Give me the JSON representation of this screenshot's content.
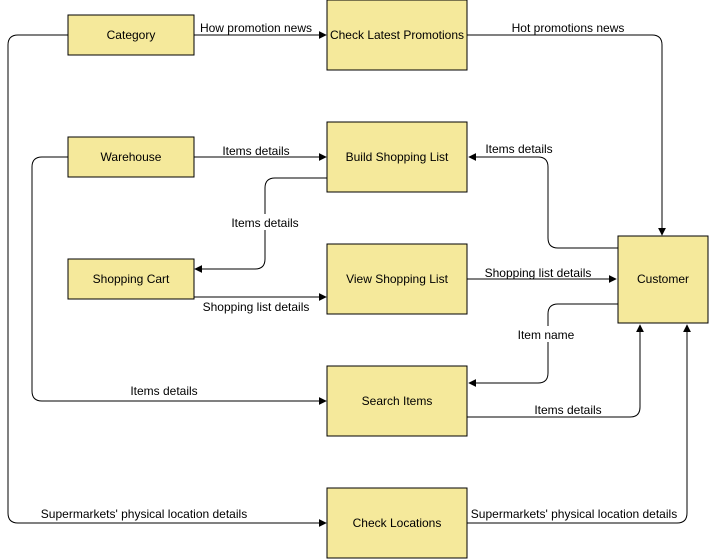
{
  "diagram": {
    "nodes": {
      "category": "Category",
      "warehouse": "Warehouse",
      "shopping_cart": "Shopping Cart",
      "check_latest_promotions": "Check Latest Promotions",
      "build_shopping_list": "Build Shopping List",
      "view_shopping_list": "View Shopping List",
      "search_items": "Search Items",
      "check_locations": "Check Locations",
      "customer": "Customer"
    },
    "edges": {
      "category_to_promotions": "How promotion news",
      "promotions_to_customer": "Hot promotions news",
      "warehouse_to_build_list": "Items details",
      "customer_to_build_list": "Items details",
      "build_list_to_cart": "Items details",
      "cart_to_view_list": "Shopping list details",
      "view_list_to_customer": "Shopping list details",
      "customer_to_search": "Item name",
      "warehouse_to_search": "Items details",
      "search_to_customer": "Items details",
      "category_to_locations": "Supermarkets' physical location details",
      "locations_to_customer": "Supermarkets' physical location details"
    }
  },
  "colors": {
    "node_fill": "#f5e99b",
    "stroke": "#000000",
    "background": "#ffffff"
  }
}
